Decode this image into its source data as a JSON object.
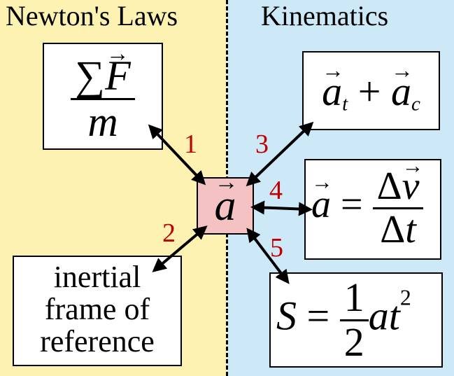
{
  "colors": {
    "left_bg": "#fdf2b1",
    "right_bg": "#cde8f7",
    "center_box_bg": "#f4c2c2",
    "arrow": "#000000",
    "number": "#c00000"
  },
  "headings": {
    "left": "Newton's Laws",
    "right": "Kinematics"
  },
  "center": {
    "symbol": "a",
    "vector_mark": "→"
  },
  "boxes": {
    "force": {
      "numerator_sigma": "∑",
      "numerator_var": "F",
      "vector_mark": "→",
      "denominator": "m"
    },
    "components": {
      "a": "a",
      "t": "t",
      "plus": "+",
      "c": "c",
      "vector_mark": "→"
    },
    "derivative": {
      "a": "a",
      "eq": "=",
      "num_delta": "Δ",
      "num_var": "v",
      "den_delta": "Δ",
      "den_var": "t",
      "vector_mark": "→"
    },
    "inertial": {
      "lines": [
        "inertial",
        "frame of",
        "reference"
      ]
    },
    "distance": {
      "S": "S",
      "eq": "=",
      "one": "1",
      "two": "2",
      "at": "at",
      "exp": "2"
    }
  },
  "connections": [
    {
      "number": "1"
    },
    {
      "number": "2"
    },
    {
      "number": "3"
    },
    {
      "number": "4"
    },
    {
      "number": "5"
    }
  ]
}
